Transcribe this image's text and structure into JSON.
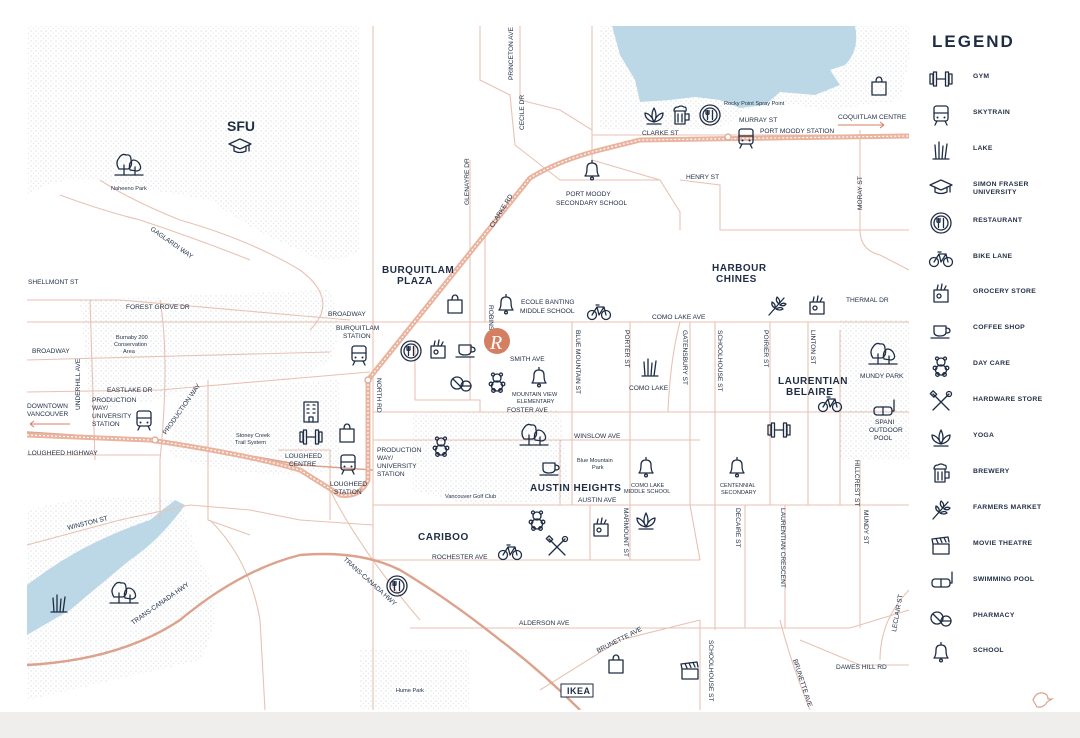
{
  "legend": {
    "title": "LEGEND",
    "items": [
      {
        "icon": "gym-icon",
        "label": "GYM"
      },
      {
        "icon": "skytrain-icon",
        "label": "SKYTRAIN"
      },
      {
        "icon": "lake-icon",
        "label": "LAKE"
      },
      {
        "icon": "graduation-cap-icon",
        "label": "SIMON FRASER UNIVERSITY"
      },
      {
        "icon": "restaurant-icon",
        "label": "RESTAURANT"
      },
      {
        "icon": "bike-icon",
        "label": "BIKE LANE"
      },
      {
        "icon": "grocery-icon",
        "label": "GROCERY STORE"
      },
      {
        "icon": "coffee-icon",
        "label": "COFFEE SHOP"
      },
      {
        "icon": "teddy-bear-icon",
        "label": "DAY CARE"
      },
      {
        "icon": "tools-icon",
        "label": "HARDWARE STORE"
      },
      {
        "icon": "lotus-icon",
        "label": "YOGA"
      },
      {
        "icon": "beer-icon",
        "label": "BREWERY"
      },
      {
        "icon": "wheat-icon",
        "label": "FARMERS MARKET"
      },
      {
        "icon": "clapperboard-icon",
        "label": "MOVIE THEATRE"
      },
      {
        "icon": "snorkel-icon",
        "label": "SWIMMING POOL"
      },
      {
        "icon": "pill-icon",
        "label": "PHARMACY"
      },
      {
        "icon": "bell-icon",
        "label": "SCHOOL"
      }
    ]
  },
  "areas": {
    "sfu": "SFU",
    "burquitlam": "BURQUITLAM",
    "plaza": "PLAZA",
    "harbour": "HARBOUR",
    "chines": "CHINES",
    "laurentian": "LAURENTIAN",
    "belaire": "BELAIRE",
    "austin_heights": "AUSTIN HEIGHTS",
    "cariboo": "CARIBOO",
    "ikea": "IKEA"
  },
  "streets": {
    "princeton": "PRINCETON AVE",
    "cecile": "CECILE DR",
    "glenayre": "GLENAYRE DR",
    "clarke_rd": "CLARKE RD",
    "clarke_st": "CLARKE ST",
    "murray": "MURRAY ST",
    "henry": "HENRY ST",
    "moray": "MORAY ST",
    "thermal": "THERMAL DR",
    "gaglardi": "GAGLARDI WAY",
    "shellmont": "SHELLMONT ST",
    "forest_grove": "FOREST GROVE DR",
    "broadway_e": "BROADWAY",
    "broadway_w": "BROADWAY",
    "robinson": "ROBINSON ST",
    "como_lake": "COMO LAKE AVE",
    "smith": "SMITH AVE",
    "blue_mountain": "BLUE MOUNTAIN ST",
    "porter": "PORTER ST",
    "gatensbury": "GATENSBURY ST",
    "schoolhouse": "SCHOOLHOUSE ST",
    "poirier": "POIRIER ST",
    "linton": "LINTON ST",
    "north_rd": "NORTH RD",
    "underhill": "UNDERHILL AVE",
    "eastlake": "EASTLAKE DR",
    "production_way_road": "PRODUCTION WAY",
    "foster": "FOSTER AVE",
    "winslow": "WINSLOW AVE",
    "austin_ave": "AUSTIN AVE",
    "hillcrest": "HILLCREST ST",
    "lougheed_hwy": "LOUGHEED HIGHWAY",
    "winston": "WINSTON ST",
    "trans_canada_1": "TRANS-CANADA HWY",
    "trans_canada_2": "TRANS-CANADA HWY",
    "rochester": "ROCHESTER AVE",
    "marmount": "MARMOUNT ST",
    "decaire": "DECAIRE ST",
    "laurentian_crescent": "LAURENTIAN CRESCENT",
    "mundy_st": "MUNDY ST",
    "alderson": "ALDERSON AVE",
    "brunette_1": "BRUNETTE AVE",
    "brunette_2": "BRUNETTE AVE",
    "schoolhouse_2": "SCHOOLHOUSE ST",
    "dawes_hill": "DAWES HILL RD",
    "leclair": "LECLAIR ST"
  },
  "places": {
    "naheeno": "Naheeno Park",
    "rocky_point": "Rocky Point Spray Point",
    "port_moody_station": "PORT MOODY STATION",
    "coquitlam_centre": "COQUITLAM CENTRE",
    "pm_secondary_1": "PORT MOODY",
    "pm_secondary_2": "SECONDARY SCHOOL",
    "ecole_1": "ECOLE BANTING",
    "ecole_2": "MIDDLE SCHOOL",
    "burnaby_200_1": "Burnaby 200",
    "burnaby_200_2": "Conservation",
    "burnaby_200_3": "Area",
    "burquitlam_station_1": "BURQUITLAM",
    "burquitlam_station_2": "STATION",
    "downtown_1": "DOWNTOWN",
    "downtown_2": "VANCOUVER",
    "pwu_station_1": "PRODUCTION",
    "pwu_station_2": "WAY/",
    "pwu_station_3": "UNIVERSITY",
    "pwu_station_4": "STATION",
    "mountain_view_1": "MOUNTAIN VIEW",
    "mountain_view_2": "ELEMENTARY",
    "como_lake_label": "COMO LAKE",
    "mundy_park": "MUNDY PARK",
    "spani_1": "SPANI",
    "spani_2": "OUTDOOR",
    "spani_3": "POOL",
    "stoney_creek_1": "Stoney Creek",
    "stoney_creek_2": "Trail System",
    "lougheed_centre_1": "LOUGHEED",
    "lougheed_centre_2": "CENTRE",
    "lougheed_station_1": "LOUGHEED",
    "lougheed_station_2": "STATION",
    "pwu2_1": "PRODUCTION",
    "pwu2_2": "WAY/",
    "pwu2_3": "UNIVERSITY",
    "pwu2_4": "STATION",
    "blue_mountain_park_1": "Blue Mountain",
    "blue_mountain_park_2": "Park",
    "vancouver_golf": "Vancouver Golf Club",
    "como_middle_1": "COMO LAKE",
    "como_middle_2": "MIDDLE SCHOOL",
    "centennial_1": "CENTENNIAL",
    "centennial_2": "SECONDARY",
    "hume_park": "Hume Park",
    "project_logo": "R"
  },
  "colors": {
    "navy": "#1f2d44",
    "water": "#bcd8e6",
    "road": "#e8c2b3",
    "rail": "#e9b39e",
    "logo": "#d47f62"
  }
}
